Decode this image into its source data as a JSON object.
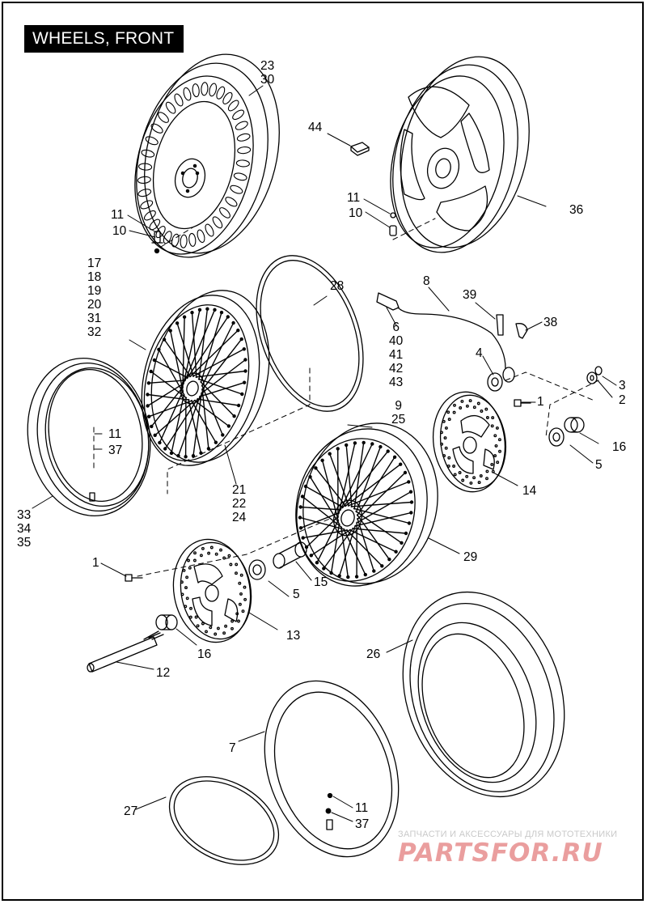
{
  "title": "WHEELS, FRONT",
  "callouts": {
    "c1a": "1",
    "c1b": "1",
    "c2": "2",
    "c3": "3",
    "c4": "4",
    "c5a": "5",
    "c5b": "5",
    "c6": "6",
    "c7": "7",
    "c8": "8",
    "c10a": "10",
    "c10b": "10",
    "c11a": "11",
    "c11b": "11",
    "c11c": "11",
    "c11d": "11",
    "c12": "12",
    "c13": "13",
    "c14": "14",
    "c15": "15",
    "c16a": "16",
    "c16b": "16",
    "c26": "26",
    "c27": "27",
    "c28": "28",
    "c29": "29",
    "c36": "36",
    "c37a": "37",
    "c37b": "37",
    "c38": "38",
    "c39": "39",
    "c44": "44",
    "s_23_30": [
      "23",
      "30"
    ],
    "s_17_32": [
      "17",
      "18",
      "19",
      "20",
      "31",
      "32"
    ],
    "s_6_43": [
      "6",
      "40",
      "41",
      "42",
      "43"
    ],
    "s_9_25": [
      "9",
      "25"
    ],
    "s_21_24": [
      "21",
      "22",
      "24"
    ],
    "s_33_35": [
      "33",
      "34",
      "35"
    ]
  },
  "watermark": {
    "tagline": "ЗАПЧАСТИ И АКСЕССУАРЫ ДЛЯ МОТОТЕХНИКИ",
    "logo": "PARTSFOR.RU"
  },
  "colors": {
    "line": "#000000",
    "background": "#ffffff",
    "watermark": "#ea9e9e"
  }
}
